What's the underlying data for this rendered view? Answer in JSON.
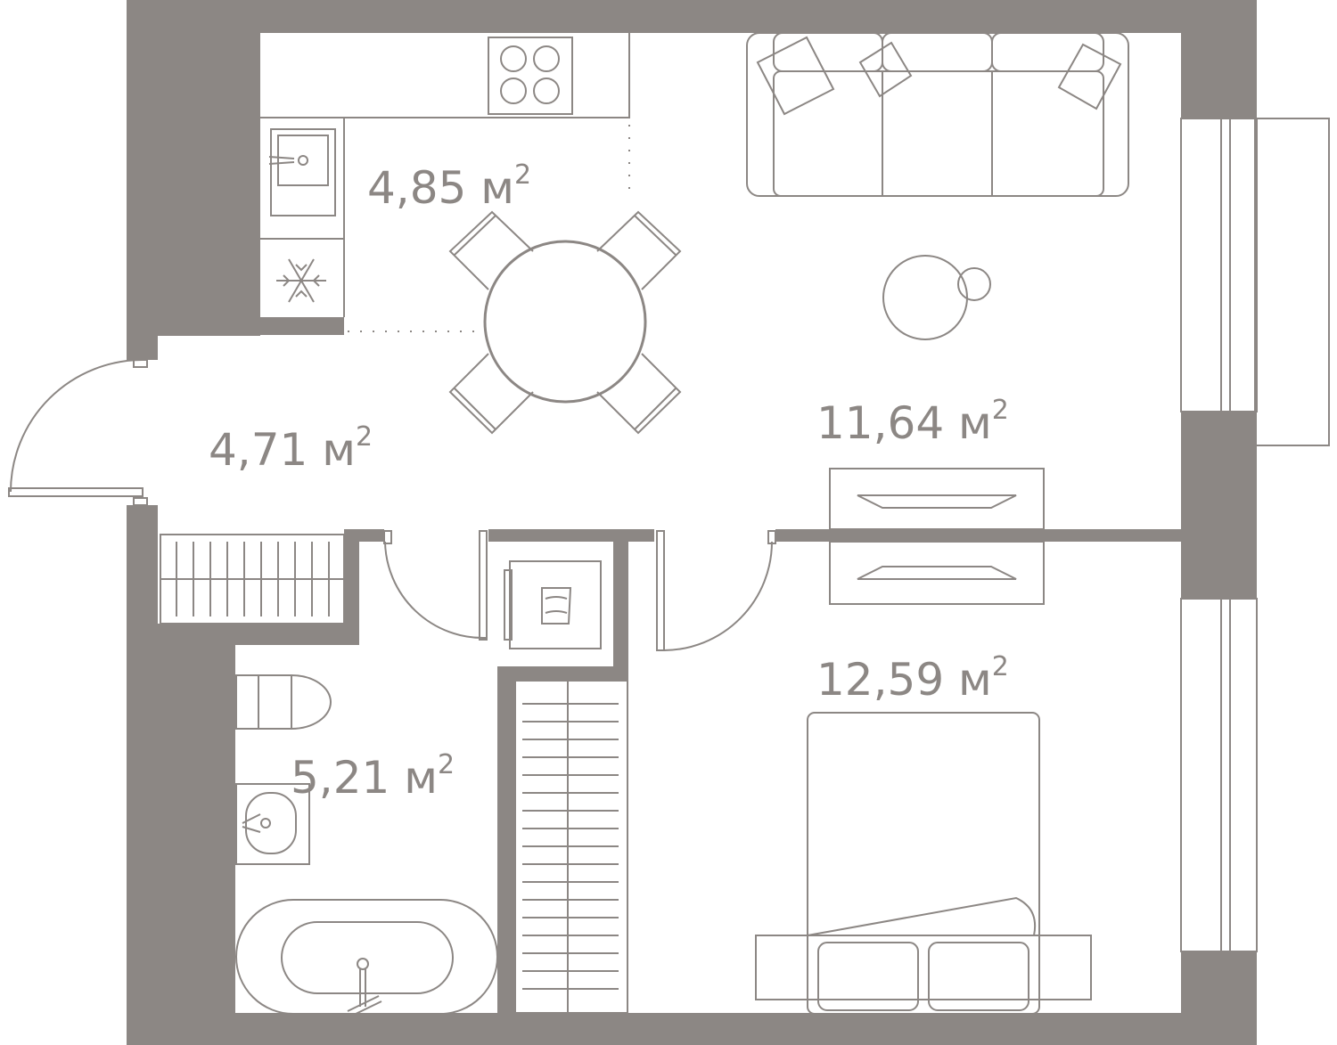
{
  "plan": {
    "colors": {
      "wall": "#8c8784",
      "background": "#ffffff"
    },
    "rooms": [
      {
        "id": "kitchen",
        "value": "4,85",
        "unit": "м",
        "sup": "2"
      },
      {
        "id": "hallway",
        "value": "4,71",
        "unit": "м",
        "sup": "2"
      },
      {
        "id": "living",
        "value": "11,64",
        "unit": "м",
        "sup": "2"
      },
      {
        "id": "bathroom",
        "value": "5,21",
        "unit": "м",
        "sup": "2"
      },
      {
        "id": "bedroom",
        "value": "12,59",
        "unit": "м",
        "sup": "2"
      }
    ],
    "icons": [
      "snowflake-icon",
      "stove-icon",
      "sink-icon",
      "sofa-icon",
      "dining-table-icon",
      "armchair-icon",
      "bed-icon",
      "bathtub-icon",
      "toilet-icon",
      "washbasin-icon",
      "washing-machine-icon",
      "door-swing-icon",
      "wardrobe-icon",
      "tv-stand-icon"
    ]
  }
}
